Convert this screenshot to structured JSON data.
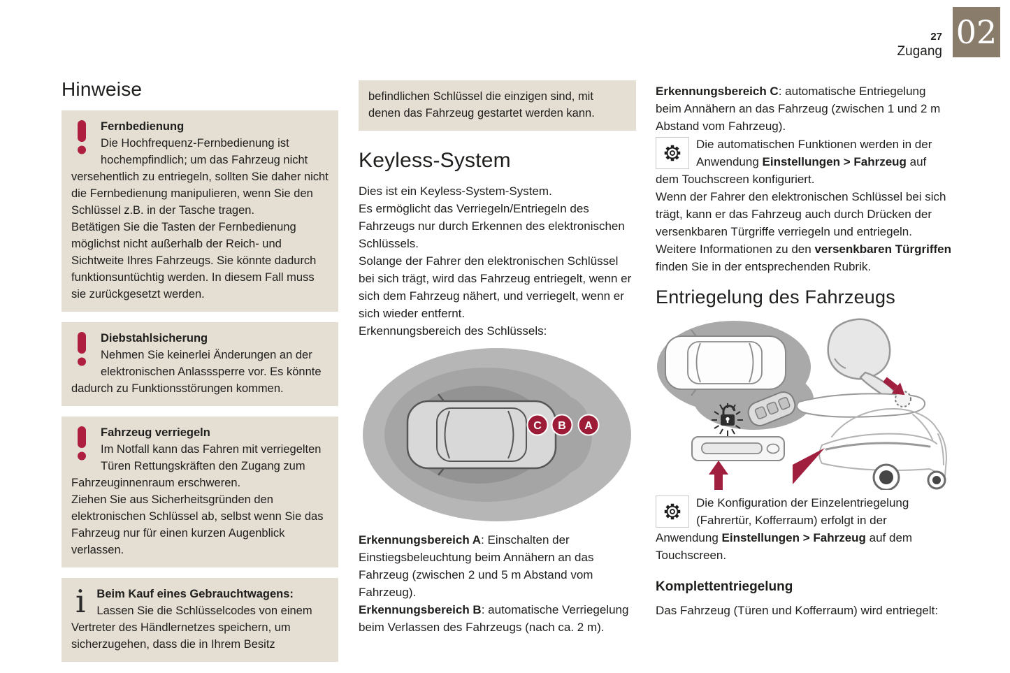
{
  "page": {
    "number": "27",
    "section": "Zugang",
    "chapter_number": "02"
  },
  "colors": {
    "note_beige": "#E5DED3",
    "chapter_taupe": "#8A7C6B",
    "accent_crimson": "#A81E3E",
    "badge_crimson": "#9C1C38",
    "text": "#1E1E1C"
  },
  "icons": {
    "warning": "exclamation-mark",
    "info_glyph": "i",
    "settings": "gear-outline"
  },
  "left_column": {
    "heading": "Hinweise",
    "notes": [
      {
        "icon": "warning",
        "title": "Fernbedienung",
        "body": "Die Hochfrequenz-Fernbedienung ist hochempfindlich; um das Fahrzeug nicht versehentlich zu entriegeln, sollten Sie daher nicht die Fernbedienung manipulieren, wenn Sie den Schlüssel z.B. in der Tasche tragen.\nBetätigen Sie die Tasten der Fernbedienung möglichst nicht außerhalb der Reich- und Sichtweite Ihres Fahrzeugs. Sie könnte dadurch funktionsuntüchtig werden. In diesem Fall muss sie zurückgesetzt werden."
      },
      {
        "icon": "warning",
        "title": "Diebstahlsicherung",
        "body": "Nehmen Sie keinerlei Änderungen an der elektronischen Anlasssperre vor. Es könnte dadurch zu Funktionsstörungen kommen."
      },
      {
        "icon": "warning",
        "title": "Fahrzeug verriegeln",
        "body": "Im Notfall kann das Fahren mit verriegelten Türen Rettungskräften den Zugang zum Fahrzeuginnenraum erschweren.\nZiehen Sie aus Sicherheitsgründen den elektronischen Schlüssel ab, selbst wenn Sie das Fahrzeug nur für einen kurzen Augenblick verlassen."
      },
      {
        "icon": "info",
        "title": "Beim Kauf eines Gebrauchtwagens:",
        "body": "Lassen Sie die Schlüsselcodes von einem Vertreter des Händlernetzes speichern, um sicherzugehen, dass die in Ihrem Besitz"
      }
    ]
  },
  "middle_column": {
    "carryover_note": "befindlichen Schlüssel die einzigen sind, mit denen das Fahrzeug gestartet werden kann.",
    "heading": "Keyless-System",
    "intro": "Dies ist ein Keyless-System-System.\nEs ermöglicht das Verriegeln/Entriegeln des Fahrzeugs nur durch Erkennen des elektronischen Schlüssels.\nSolange der Fahrer den elektronischen Schlüssel bei sich trägt, wird das Fahrzeug entriegelt, wenn er sich dem Fahrzeug nähert, und verriegelt, wenn er sich wieder entfernt.\nErkennungsbereich des Schlüssels:",
    "badges": [
      "C",
      "B",
      "A"
    ],
    "zone_a": {
      "lead": "Erkennungsbereich A",
      "rest": ": Einschalten der Einstiegsbeleuchtung beim Annähern an das Fahrzeug (zwischen 2 und 5 m Abstand vom Fahrzeug)."
    },
    "zone_b": {
      "lead": "Erkennungsbereich B",
      "rest": ": automatische Verriegelung beim Verlassen des Fahrzeugs (nach ca. 2 m)."
    }
  },
  "right_column": {
    "zone_c": {
      "lead": "Erkennungsbereich C",
      "rest": ": automatische Entriegelung beim Annähern an das Fahrzeug (zwischen 1 und 2 m Abstand vom Fahrzeug)."
    },
    "gear_note_1": {
      "pre": "Die automatischen Funktionen werden in der Anwendung ",
      "bold": "Einstellungen > Fahrzeug",
      "post": " auf dem Touchscreen konfiguriert."
    },
    "para_handles": "Wenn der Fahrer den elektronischen Schlüssel bei sich trägt, kann er das Fahrzeug auch durch Drücken der versenkbaren Türgriffe verriegeln und entriegeln.",
    "para_more_info": {
      "pre": "Weitere Informationen zu den ",
      "bold": "versenkbaren Türgriffen",
      "post": " finden Sie in der entsprechenden Rubrik."
    },
    "heading": "Entriegelung des Fahrzeugs",
    "gear_note_2": {
      "pre": "Die Konfiguration der Einzelentriegelung (Fahrertür, Kofferraum) erfolgt in der Anwendung ",
      "bold": "Einstellungen > Fahrzeug",
      "post": " auf dem Touchscreen."
    },
    "subheading": "Komplettentriegelung",
    "final_line": "Das Fahrzeug (Türen und Kofferraum) wird entriegelt:"
  }
}
